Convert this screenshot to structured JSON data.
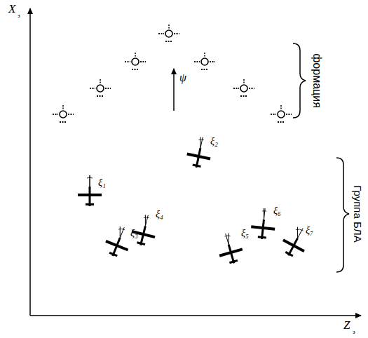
{
  "diagram": {
    "labels": [
      "X",
      "з",
      "формация",
      "ψ",
      "Группа БЛА",
      "ξ₁",
      "ξ₂",
      "ξ₃",
      "ξ₄",
      "ξ₅",
      "ξ₆",
      "ξ₇",
      "Z",
      "з"
    ]
  }
}
